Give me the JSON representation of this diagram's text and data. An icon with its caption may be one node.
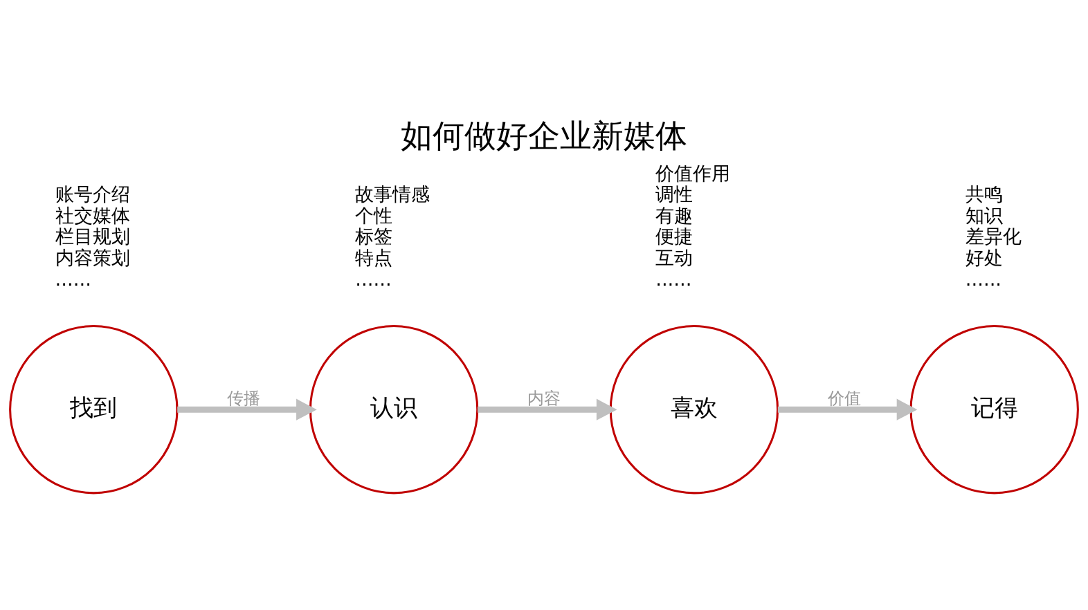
{
  "diagram": {
    "title": "如何做好企业新媒体",
    "nodes": [
      {
        "text": [
          "找到"
        ],
        "beside": [
          "账号介绍",
          "社交媒体",
          "栏目规划",
          "内容策划",
          "......"
        ]
      },
      {
        "text": [
          "认识"
        ],
        "beside": [
          "故事情感",
          "个性",
          "标签",
          "特点",
          "......"
        ]
      },
      {
        "text": [
          "喜欢"
        ],
        "beside": [
          "价值作用",
          "调性",
          "有趣",
          "便捷",
          "互动",
          "......"
        ]
      },
      {
        "text": [
          "记得"
        ],
        "beside": [
          "共鸣",
          "知识",
          "差异化",
          "好处",
          "......"
        ]
      }
    ],
    "edges": [
      {
        "from": 0,
        "to": 1,
        "arrow": "to",
        "label": "传播"
      },
      {
        "from": 1,
        "to": 2,
        "arrow": "to",
        "label": "内容"
      },
      {
        "from": 2,
        "to": 3,
        "arrow": "to",
        "label": "价值"
      }
    ]
  }
}
